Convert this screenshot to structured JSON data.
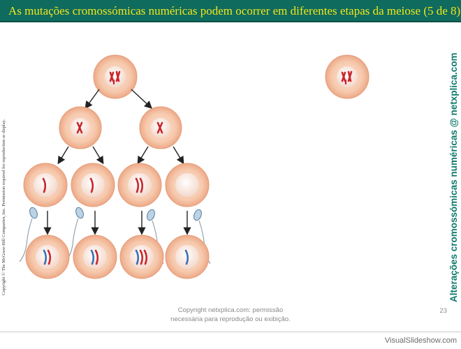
{
  "slide": {
    "title": "As mutações cromossómicas numéricas podem ocorrer em diferentes etapas da meiose (5 de 8).",
    "copyright_vertical": "Copyright © The McGraw-Hill Companies, Inc. Permission required for reproduction or display.",
    "side_caption": "Alterações cromossómicas numéricas @ netxplica.com",
    "footer_line1": "Copyright netxplica.com: permissão",
    "footer_line2": "necessária para reprodução ou exibição.",
    "page_number": "23",
    "watermark": "VisualSlideshow.com"
  },
  "colors": {
    "title_bar": "#0e6b5e",
    "title_text": "#f5e61a",
    "side_caption": "#0e7a6c",
    "cell_body": "#f6c9ad",
    "cell_nucleus": "#fbeae2",
    "chromosome_red": "#c8262c",
    "chromosome_blue": "#3a6fb5"
  }
}
